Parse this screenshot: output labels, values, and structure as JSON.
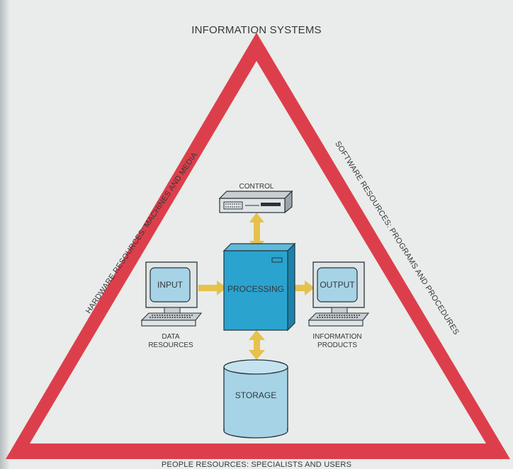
{
  "title": "INFORMATION SYSTEMS",
  "sides": {
    "left": "HARDWARE RESOURCES: MACHINES AND MEDIA",
    "right": "SOFTWARE RESOURCES: PROGRAMS AND PROCEDURES",
    "bottom": "PEOPLE RESOURCES: SPECIALISTS AND USERS"
  },
  "components": {
    "control": "CONTROL",
    "input": "INPUT",
    "processing": "PROCESSING",
    "output": "OUTPUT",
    "storage": "STORAGE"
  },
  "captions": {
    "data_resources_line1": "DATA",
    "data_resources_line2": "RESOURCES",
    "information_products_line1": "INFORMATION",
    "information_products_line2": "PRODUCTS"
  },
  "colors": {
    "triangle": "#dc3f4b",
    "processing": "#2aa3cf",
    "storage": "#a6d3e6",
    "arrow": "#e6c14d",
    "screen": "#a6d3e6"
  }
}
